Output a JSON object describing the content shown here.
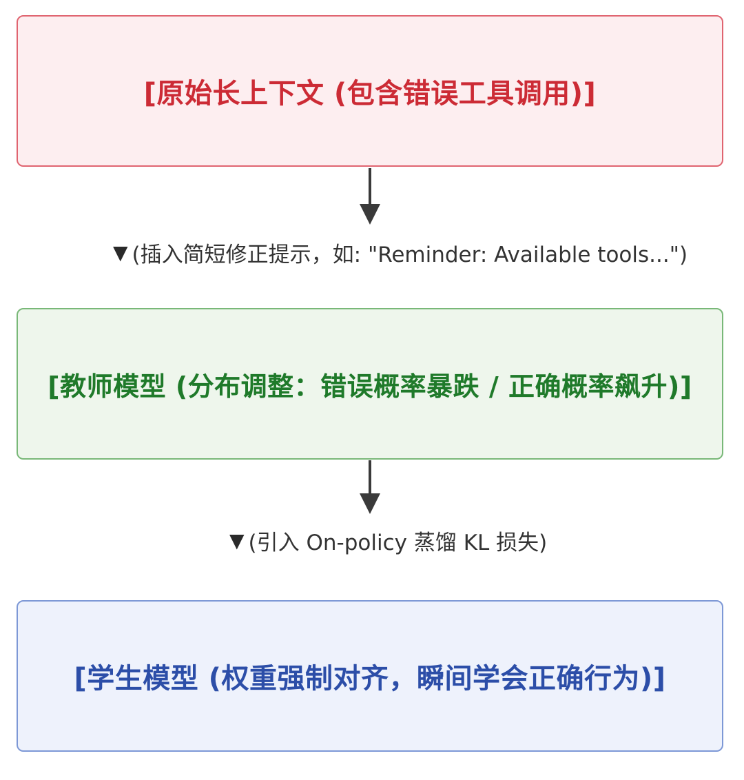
{
  "nodes": [
    {
      "text": "[原始长上下文 (包含错误工具调用)]",
      "color": "#cc2b35",
      "fill": "#fdeef0"
    },
    {
      "text": "[教师模型 (分布调整：错误概率暴跌 / 正确概率飙升)]",
      "color": "#1f7a2a",
      "fill": "#eef6ec"
    },
    {
      "text": "[学生模型 (权重强制对齐，瞬间学会正确行为)]",
      "color": "#2c4ea8",
      "fill": "#eef2fc"
    }
  ],
  "edges": [
    {
      "marker": "▼",
      "text": "(插入简短修正提示，如: \"Reminder: Available tools...\")"
    },
    {
      "marker": "▼",
      "text": "(引入 On-policy 蒸馏 KL 损失)"
    }
  ]
}
